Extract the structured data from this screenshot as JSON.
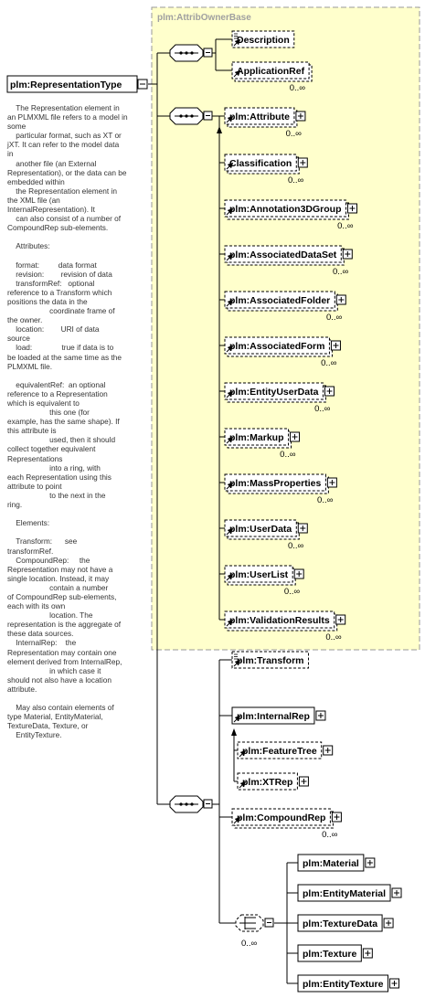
{
  "diagram": {
    "root": {
      "label": "plm:RepresentationType"
    },
    "group": {
      "title": "plm:AttribOwnerBase"
    },
    "documentation": "    The Representation element in\nan PLMXML file refers to a model in\nsome\n    particular format, such as XT or\njXT. It can refer to the model data\nin\n    another file (an External\nRepresentation), or the data can be\nembedded within\n    the Representation element in\nthe XML file (an\nInternalRepresentation). It\n    can also consist of a number of\nCompoundRep sub-elements.\n\n    Attributes:\n\n    format:         data format\n    revision:        revision of data\n    transformRef:   optional\nreference to a Transform which\npositions the data in the\n                    coordinate frame of\nthe owner.\n    location:        URI of data\nsource\n    load:              true if data is to\nbe loaded at the same time as the\nPLMXML file.\n\n    equivalentRef:  an optional\nreference to a Representation\nwhich is equivalent to\n                    this one (for\nexample, has the same shape). If\nthis attribute is\n                    used, then it should\ncollect together equivalent\nRepresentations\n                    into a ring, with\neach Representation using this\nattribute to point\n                    to the next in the\nring.\n\n    Elements:\n\n    Transform:      see\ntransformRef.\n    CompoundRep:     the\nRepresentation may not have a\nsingle location. Instead, it may\n                    contain a number\nof CompoundRep sub-elements,\neach with its own\n                    location. The\nrepresentation is the aggregate of\nthese data sources.\n    InternalRep:    the\nRepresentation may contain one\nelement derived from InternalRep,\n                    in which case it\nshould not also have a location\nattribute.\n\n    May also contain elements of\ntype Material, EntityMaterial,\nTextureData, Texture, or\n    EntityTexture.",
    "elements": {
      "description": {
        "label": "Description"
      },
      "application_ref": {
        "label": "ApplicationRef",
        "occurs": "0..∞"
      },
      "attribute": {
        "label": "plm:Attribute",
        "occurs": "0..∞"
      },
      "classification": {
        "label": "Classification",
        "occurs": "0..∞"
      },
      "annotation3d_group": {
        "label": "plm:Annotation3DGroup",
        "occurs": "0..∞"
      },
      "associated_data_set": {
        "label": "plm:AssociatedDataSet",
        "occurs": "0..∞"
      },
      "associated_folder": {
        "label": "plm:AssociatedFolder",
        "occurs": "0..∞"
      },
      "associated_form": {
        "label": "plm:AssociatedForm",
        "occurs": "0..∞"
      },
      "entity_user_data": {
        "label": "plm:EntityUserData",
        "occurs": "0..∞"
      },
      "markup": {
        "label": "plm:Markup",
        "occurs": "0..∞"
      },
      "mass_properties": {
        "label": "plm:MassProperties",
        "occurs": "0..∞"
      },
      "user_data": {
        "label": "plm:UserData",
        "occurs": "0..∞"
      },
      "user_list": {
        "label": "plm:UserList",
        "occurs": "0..∞"
      },
      "validation_results": {
        "label": "plm:ValidationResults",
        "occurs": "0..∞"
      },
      "transform": {
        "label": "plm:Transform"
      },
      "internal_rep": {
        "label": "plm:InternalRep"
      },
      "feature_tree": {
        "label": "plm:FeatureTree"
      },
      "xt_rep": {
        "label": "plm:XTRep"
      },
      "compound_rep": {
        "label": "plm:CompoundRep",
        "occurs": "0..∞"
      },
      "material": {
        "label": "plm:Material"
      },
      "entity_material": {
        "label": "plm:EntityMaterial"
      },
      "texture_data": {
        "label": "plm:TextureData"
      },
      "texture": {
        "label": "plm:Texture"
      },
      "entity_texture": {
        "label": "plm:EntityTexture"
      },
      "choice_group": {
        "occurs": "0..∞"
      }
    }
  }
}
